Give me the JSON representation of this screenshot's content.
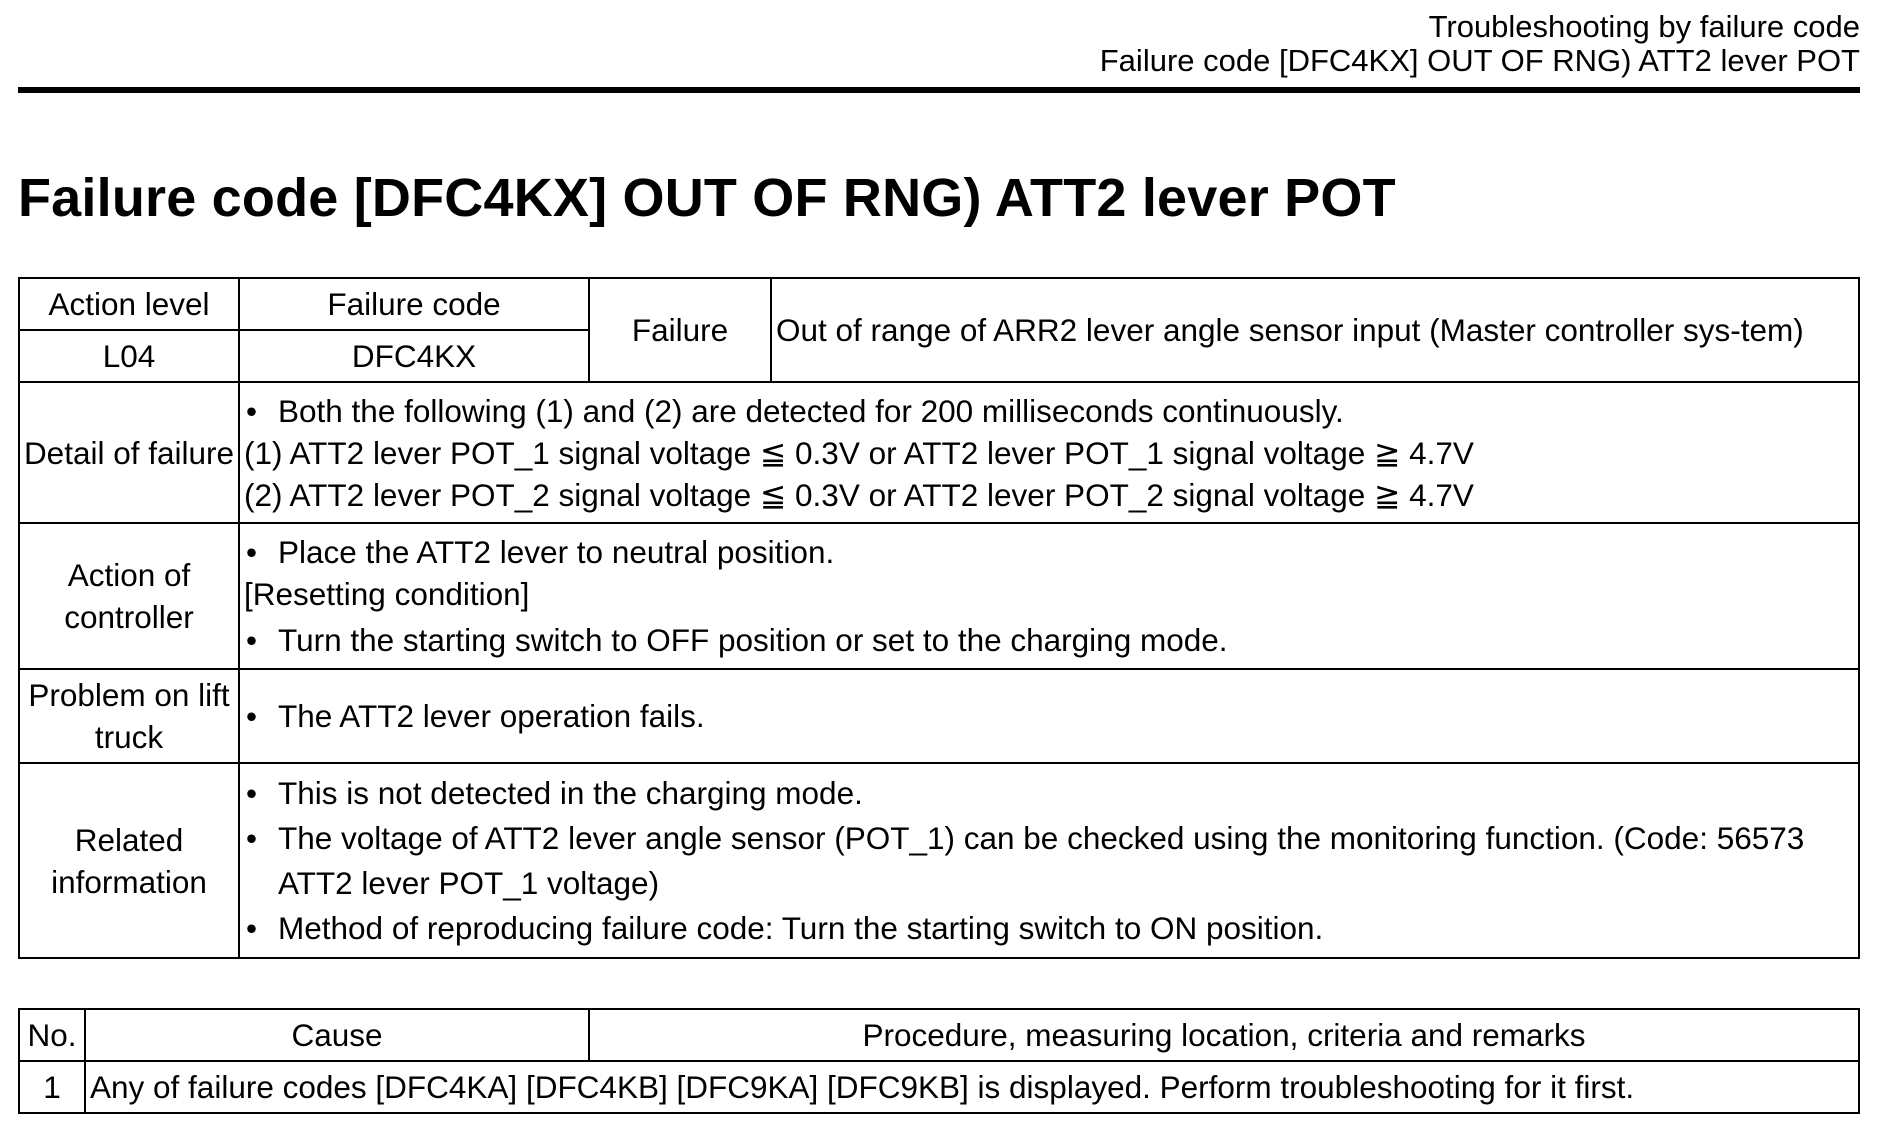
{
  "header": {
    "section": "Troubleshooting by failure code",
    "subsection": "Failure code [DFC4KX] OUT OF RNG) ATT2 lever POT"
  },
  "title": "Failure code [DFC4KX] OUT OF RNG) ATT2 lever POT",
  "info": {
    "action_level_label": "Action level",
    "action_level_value": "L04",
    "failure_code_label": "Failure code",
    "failure_code_value": "DFC4KX",
    "failure_label": "Failure",
    "failure_value": "Out of range of ARR2 lever angle sensor input (Master controller sys-tem)",
    "detail_label": "Detail of failure",
    "detail_bullet": "Both the following (1) and (2) are detected for 200 milliseconds continuously.",
    "detail_line1": "(1) ATT2 lever POT_1 signal voltage ≦ 0.3V or ATT2 lever POT_1 signal voltage ≧ 4.7V",
    "detail_line2": "(2) ATT2 lever POT_2 signal voltage ≦ 0.3V or ATT2 lever POT_2 signal voltage ≧ 4.7V",
    "action_label": "Action of controller",
    "action_bullet1": "Place the ATT2 lever to neutral position.",
    "action_reset": "[Resetting condition]",
    "action_bullet2": "Turn the starting switch to OFF position or set to the charging mode.",
    "problem_label": "Problem on lift truck",
    "problem_bullet": "The ATT2 lever operation fails.",
    "related_label": "Related information",
    "related_bullet1": "This is not detected in the charging mode.",
    "related_bullet2": "The voltage of ATT2 lever angle sensor (POT_1) can be checked using the monitoring function. (Code: 56573 ATT2 lever POT_1 voltage)",
    "related_bullet3": "Method of reproducing failure code: Turn the starting switch to ON position."
  },
  "cause_table": {
    "col_no": "No.",
    "col_cause": "Cause",
    "col_procedure": "Procedure, measuring location, criteria and remarks",
    "rows": [
      {
        "no": "1",
        "text": "Any of failure codes [DFC4KA] [DFC4KB] [DFC9KA] [DFC9KB] is displayed. Perform troubleshooting for it first."
      }
    ]
  },
  "bullet_glyph": "•"
}
